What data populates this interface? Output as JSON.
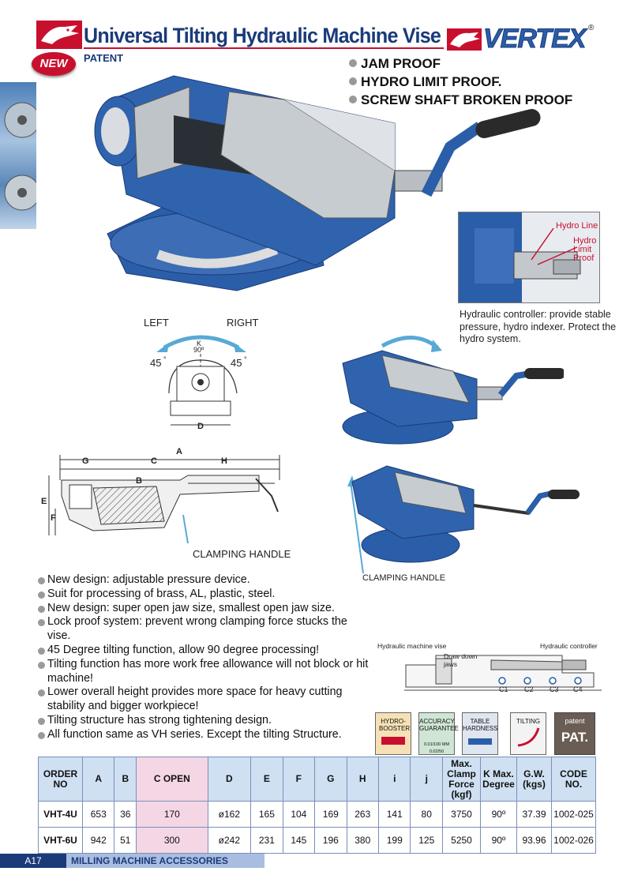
{
  "header": {
    "title": "Universal Tilting Hydraulic Machine Vise",
    "subtitle": "PATENT",
    "new_badge": "NEW",
    "brand": "VERTEX",
    "brand_mark": "®"
  },
  "features": [
    "JAM PROOF",
    "HYDRO LIMIT PROOF.",
    "SCREW SHAFT BROKEN PROOF"
  ],
  "inset": {
    "hydro_line": "Hydro Line",
    "hydro_limit_proof": "Hydro Limit Proof"
  },
  "hydraulic_controller_text": "Hydraulic controller: provide stable pressure, hydro indexer. Protect the hydro system.",
  "tilt_diagram": {
    "left": "LEFT",
    "right": "RIGHT",
    "k": "K",
    "k_angle": "90º",
    "left_angle": "45",
    "right_angle": "45",
    "degree": "°",
    "d": "D"
  },
  "side_diagram": {
    "a": "A",
    "g": "G",
    "c": "C",
    "h": "H",
    "b": "B",
    "e": "E",
    "f": "F",
    "clamping_handle": "CLAMPING HANDLE"
  },
  "photo_clamping_handle": "CLAMPING HANDLE",
  "bullets": [
    "New design: adjustable pressure device.",
    "Suit for processing of brass, AL, plastic, steel.",
    "New design: super open jaw size, smallest open jaw size.",
    "Lock proof system: prevent wrong clamping force stucks the vise.",
    "45 Degree tilting function, allow 90 degree processing!",
    "Tilting function has more work free allowance will not block or hit machine!",
    "Lower overall height provides more space for heavy cutting stability and bigger workpiece!",
    "Tilting structure has strong tightening design.",
    "All function same as VH series. Except the tilting Structure."
  ],
  "section_diagram": {
    "left_label": "Hydraulic machine vise",
    "right_label": "Hydraulic controller",
    "draw_down": "Draw down",
    "jaws": "jaws",
    "c1": "C1",
    "c2": "C2",
    "c3": "C3",
    "c4": "C4"
  },
  "icons": {
    "hydro_booster": "HYDRO-BOOSTER",
    "accuracy": "ACCURACY GUARANTEE",
    "accuracy_sub": "0.01/100 MM  0.02/50",
    "table_hardness": "TABLE HARDNESS",
    "tilting": "TILTING",
    "patent_small": "patent",
    "patent_big": "PAT."
  },
  "table": {
    "headers": [
      "ORDER NO",
      "A",
      "B",
      "C OPEN",
      "D",
      "E",
      "F",
      "G",
      "H",
      "i",
      "j",
      "Max. Clamp Force (kgf)",
      "K Max. Degree",
      "G.W. (kgs)",
      "CODE NO."
    ],
    "rows": [
      [
        "VHT-4U",
        "653",
        "36",
        "170",
        "ø162",
        "165",
        "104",
        "169",
        "263",
        "141",
        "80",
        "3750",
        "90º",
        "37.39",
        "1002-025"
      ],
      [
        "VHT-6U",
        "942",
        "51",
        "300",
        "ø242",
        "231",
        "145",
        "196",
        "380",
        "199",
        "125",
        "5250",
        "90º",
        "93.96",
        "1002-026"
      ]
    ]
  },
  "footer": {
    "page": "A17",
    "section": "MILLING MACHINE ACCESSORIES"
  },
  "colors": {
    "vise_blue": "#2b5ea8",
    "brand_red": "#c8102e",
    "title_navy": "#1a3a7a",
    "table_header": "#cfe0f3",
    "table_pink": "#f5d6e4"
  }
}
